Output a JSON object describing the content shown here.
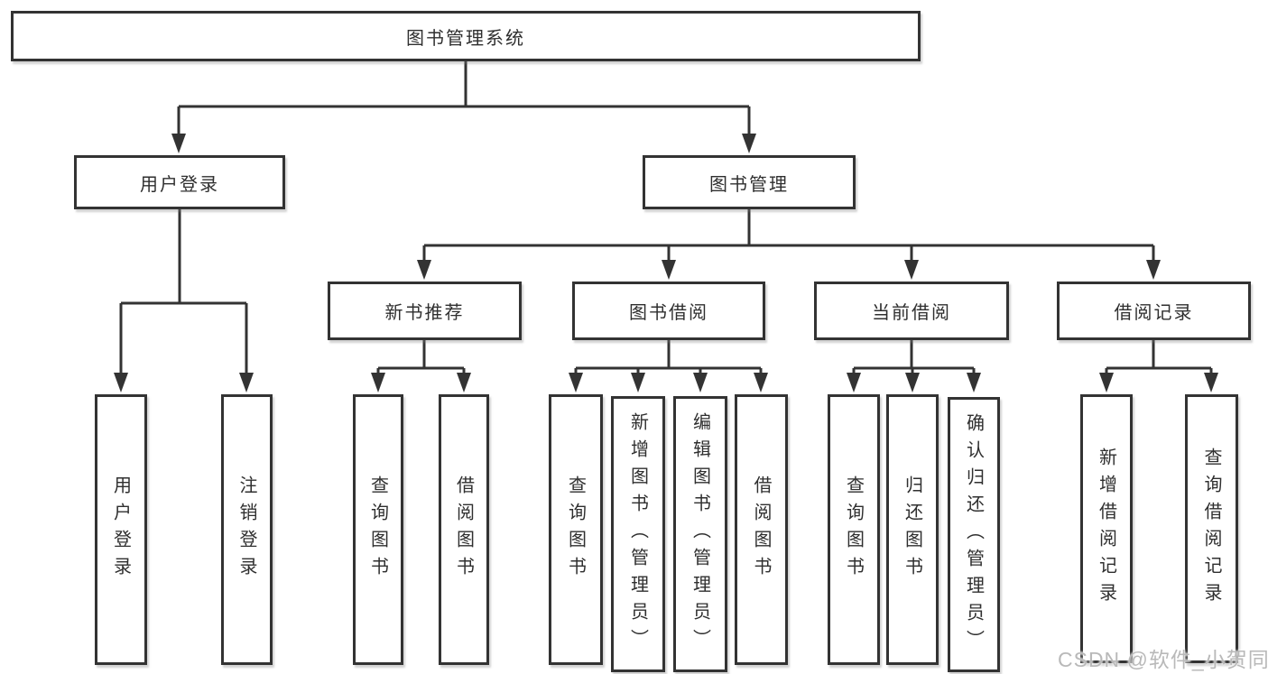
{
  "diagram": {
    "root": "图书管理系统",
    "user_login": {
      "label": "用户登录",
      "children": [
        "用户登录",
        "注销登录"
      ]
    },
    "book_management": {
      "label": "图书管理",
      "groups": [
        {
          "label": "新书推荐",
          "children": [
            "查询图书",
            "借阅图书"
          ]
        },
        {
          "label": "图书借阅",
          "children": [
            "查询图书",
            "新增图书（管理员）",
            "编辑图书（管理员）",
            "借阅图书"
          ]
        },
        {
          "label": "当前借阅",
          "children": [
            "查询图书",
            "归还图书",
            "确认归还（管理员）"
          ]
        },
        {
          "label": "借阅记录",
          "children": [
            "新增借阅记录",
            "查询借阅记录"
          ]
        }
      ]
    }
  },
  "watermark": "CSDN @软件_小贺同学",
  "colors": {
    "line": "#333333",
    "text": "#2f2f2f",
    "box_background": "#ffffff",
    "watermark": "#b9b9b9",
    "background": "#ffffff"
  }
}
